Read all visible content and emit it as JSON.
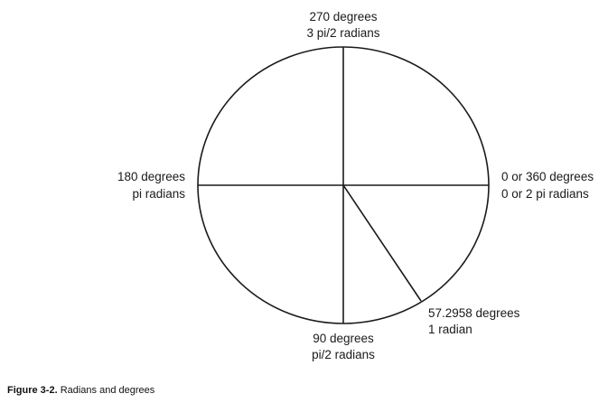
{
  "diagram": {
    "labels": {
      "top": {
        "line1": "270 degrees",
        "line2": "3 pi/2 radians"
      },
      "left": {
        "line1": "180 degrees",
        "line2": "pi radians"
      },
      "right": {
        "line1": "0 or 360 degrees",
        "line2": "0 or 2 pi radians"
      },
      "bottom": {
        "line1": "90 degrees",
        "line2": "pi/2 radians"
      },
      "radian": {
        "line1": "57.2958 degrees",
        "line2": "1 radian"
      }
    }
  },
  "caption": {
    "number": "Figure 3-2.",
    "text": "Radians and degrees"
  }
}
